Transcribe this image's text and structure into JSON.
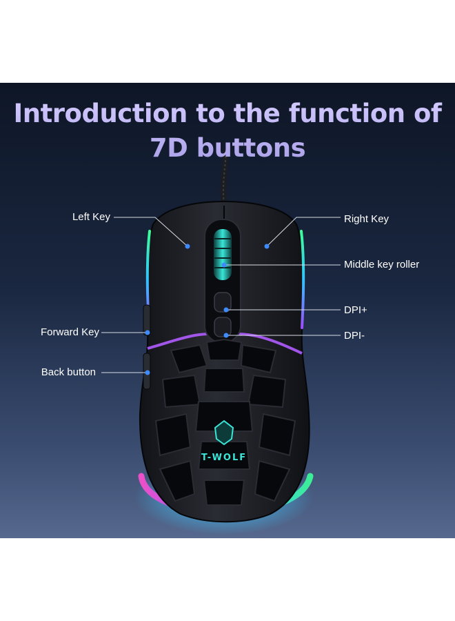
{
  "panel": {
    "title": "Introduction to the function of\n7D buttons",
    "brand_logo_text": "T-WOLF",
    "colors": {
      "background_top": "#0e1626",
      "background_bottom": "#56688d",
      "title": "#b9b3ea",
      "pointer_dot": "#3d8bff",
      "leader_line": "#d8dde6",
      "rgb_glow": [
        "#33c4ff",
        "#9b4dff",
        "#ff4fd1",
        "#3cff9a"
      ]
    },
    "callouts": {
      "left_key": "Left Key",
      "right_key": "Right Key",
      "middle_key_roller": "Middle key roller",
      "dpi_plus": "DPI+",
      "dpi_minus": "DPI-",
      "forward_key": "Forward Key",
      "back_button": "Back button"
    },
    "icons": {
      "mouse": "gaming-mouse-illustration",
      "pointer": "blue-dot-marker"
    }
  }
}
